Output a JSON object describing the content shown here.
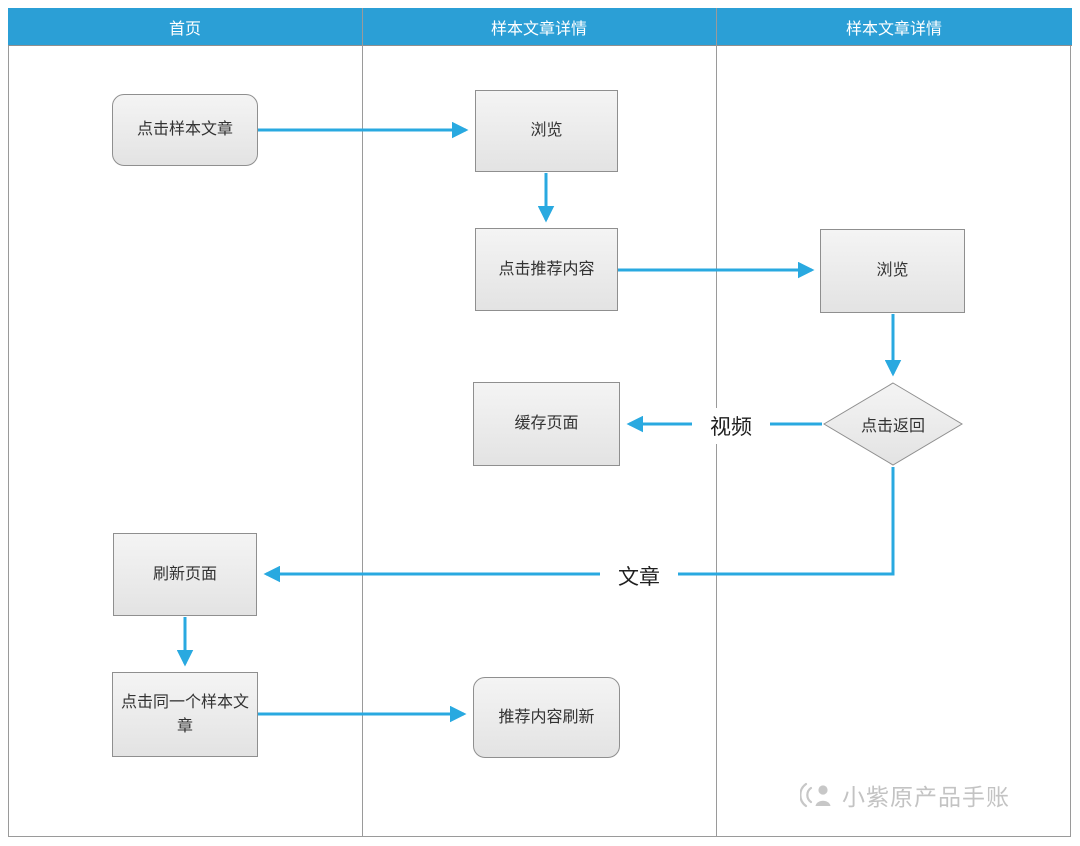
{
  "colors": {
    "header_bg": "#2b9fd6",
    "arrow": "#29a9e0",
    "node_border": "#8f8f8f",
    "node_fill": "#ededed",
    "text": "#333333",
    "watermark": "#c3c3c3"
  },
  "lanes": [
    {
      "title": "首页"
    },
    {
      "title": "样本文章详情"
    },
    {
      "title": "样本文章详情"
    }
  ],
  "nodes": {
    "click_sample_article": {
      "label": "点击样本文章",
      "shape": "rounded"
    },
    "browse_1": {
      "label": "浏览",
      "shape": "rect"
    },
    "click_recommended": {
      "label": "点击推荐内容",
      "shape": "rect"
    },
    "browse_2": {
      "label": "浏览",
      "shape": "rect"
    },
    "cache_page": {
      "label": "缓存页面",
      "shape": "rect"
    },
    "click_back": {
      "label": "点击返回",
      "shape": "diamond"
    },
    "refresh_page": {
      "label": "刷新页面",
      "shape": "rect"
    },
    "click_same_sample_article": {
      "label": "点击同一个样本文章",
      "shape": "rect"
    },
    "recommended_refresh": {
      "label": "推荐内容刷新",
      "shape": "rounded"
    }
  },
  "edge_labels": {
    "video": "视频",
    "article": "文章"
  },
  "watermark": {
    "text": "小紫原产品手账"
  }
}
